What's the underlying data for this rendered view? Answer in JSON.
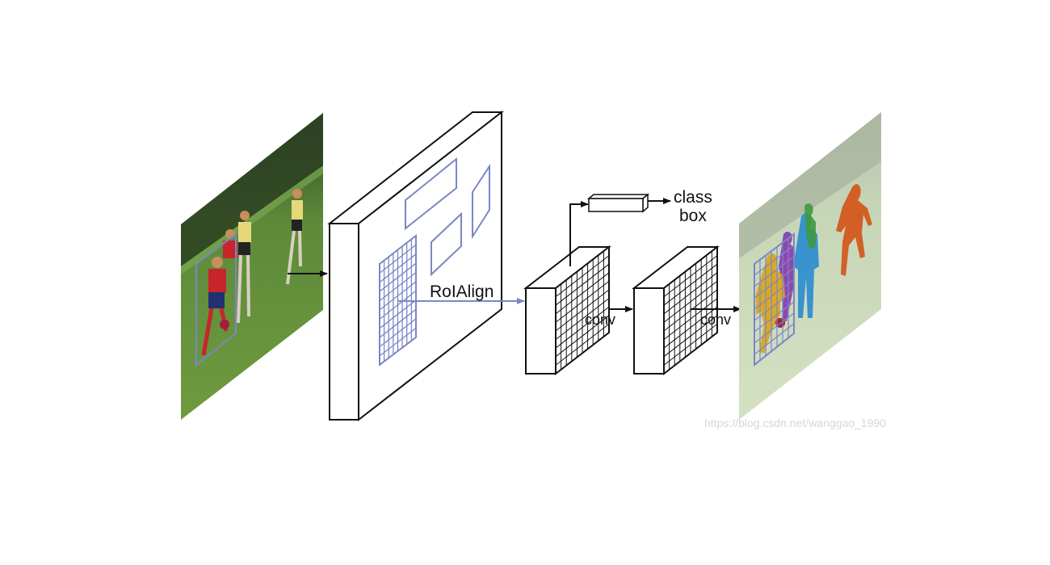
{
  "diagram": {
    "roi_label": "RoIAlign",
    "conv_label_1": "conv",
    "conv_label_2": "conv",
    "head_output_class": "class",
    "head_output_box": "box",
    "watermark": "https://blog.csdn.net/wanggao_1990"
  },
  "colors": {
    "roi_blue": "#7b86c6",
    "line": "#111111",
    "grass": "#5f8f35",
    "mask_orange": "#d35a1e",
    "mask_blue": "#2f8fd0",
    "mask_purple": "#8a3fb0",
    "mask_green": "#3d9a40",
    "mask_yellow": "#d9a51e"
  }
}
